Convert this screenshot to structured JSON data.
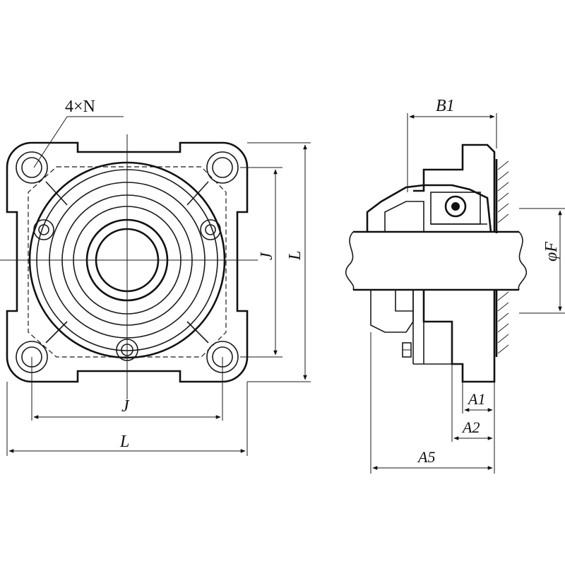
{
  "labels": {
    "bolt_holes": "4×N",
    "bolt_pitch_vertical": "J",
    "flange_size_vertical": "L",
    "bolt_pitch_horizontal": "J",
    "flange_size_horizontal": "L",
    "width_b1": "B1",
    "shaft_dia": "φF",
    "a1": "A1",
    "a2": "A2",
    "a5": "A5"
  }
}
